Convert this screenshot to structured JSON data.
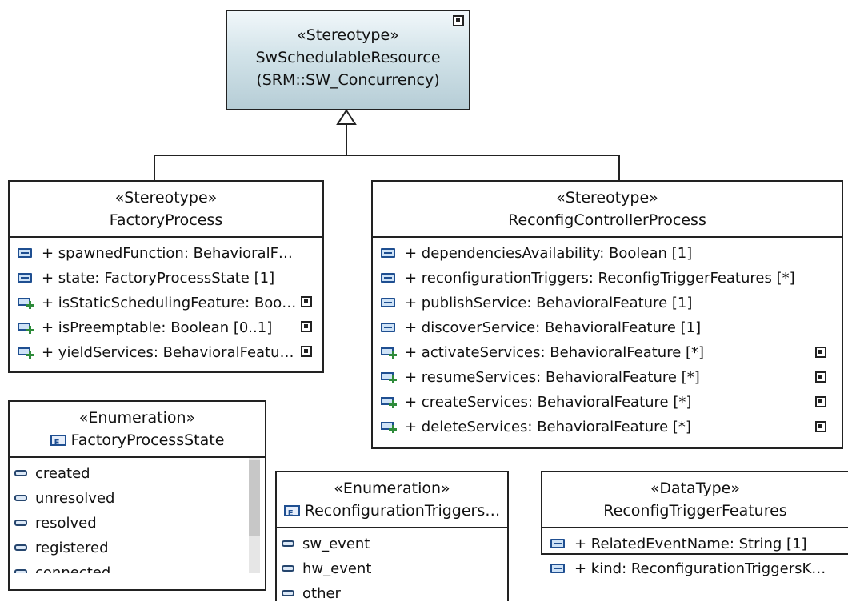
{
  "top_class": {
    "stereotype": "«Stereotype»",
    "name": "SwSchedulableResource",
    "qualifier": "(SRM::SW_Concurrency)"
  },
  "factory_process": {
    "stereotype": "«Stereotype»",
    "name": "FactoryProcess",
    "attributes": [
      {
        "text": "+ spawnedFunction: BehavioralF…",
        "icon": "attribute-icon"
      },
      {
        "text": "+ state: FactoryProcessState [1]",
        "icon": "attribute-icon"
      },
      {
        "text": "+ isStaticSchedulingFeature: Boo…",
        "icon": "extension-attribute-icon"
      },
      {
        "text": "+ isPreemptable: Boolean [0..1]",
        "icon": "extension-attribute-icon"
      },
      {
        "text": "+ yieldServices: BehavioralFeatu…",
        "icon": "extension-attribute-icon"
      }
    ]
  },
  "reconfig_controller_process": {
    "stereotype": "«Stereotype»",
    "name": "ReconfigControllerProcess",
    "attributes": [
      {
        "text": "+ dependenciesAvailability: Boolean [1]",
        "icon": "attribute-icon"
      },
      {
        "text": "+ reconfigurationTriggers: ReconfigTriggerFeatures [*]",
        "icon": "attribute-icon"
      },
      {
        "text": "+ publishService: BehavioralFeature [1]",
        "icon": "attribute-icon"
      },
      {
        "text": "+ discoverService: BehavioralFeature [1]",
        "icon": "attribute-icon"
      },
      {
        "text": "+ activateServices: BehavioralFeature [*]",
        "icon": "extension-attribute-icon"
      },
      {
        "text": "+ resumeServices: BehavioralFeature [*]",
        "icon": "extension-attribute-icon"
      },
      {
        "text": "+ createServices: BehavioralFeature [*]",
        "icon": "extension-attribute-icon"
      },
      {
        "text": "+ deleteServices: BehavioralFeature [*]",
        "icon": "extension-attribute-icon"
      }
    ]
  },
  "factory_process_state": {
    "stereotype": "«Enumeration»",
    "name": "FactoryProcessState",
    "literals": [
      "created",
      "unresolved",
      "resolved",
      "registered",
      "connected"
    ]
  },
  "reconfiguration_triggers": {
    "stereotype": "«Enumeration»",
    "name": "ReconfigurationTriggers…",
    "literals": [
      "sw_event",
      "hw_event",
      "other"
    ]
  },
  "reconfig_trigger_features": {
    "stereotype": "«DataType»",
    "name": "ReconfigTriggerFeatures",
    "attributes": [
      {
        "text": "+ RelatedEventName: String [1]",
        "icon": "attribute-icon"
      },
      {
        "text": "+ kind: ReconfigurationTriggersK…",
        "icon": "attribute-icon"
      }
    ]
  }
}
